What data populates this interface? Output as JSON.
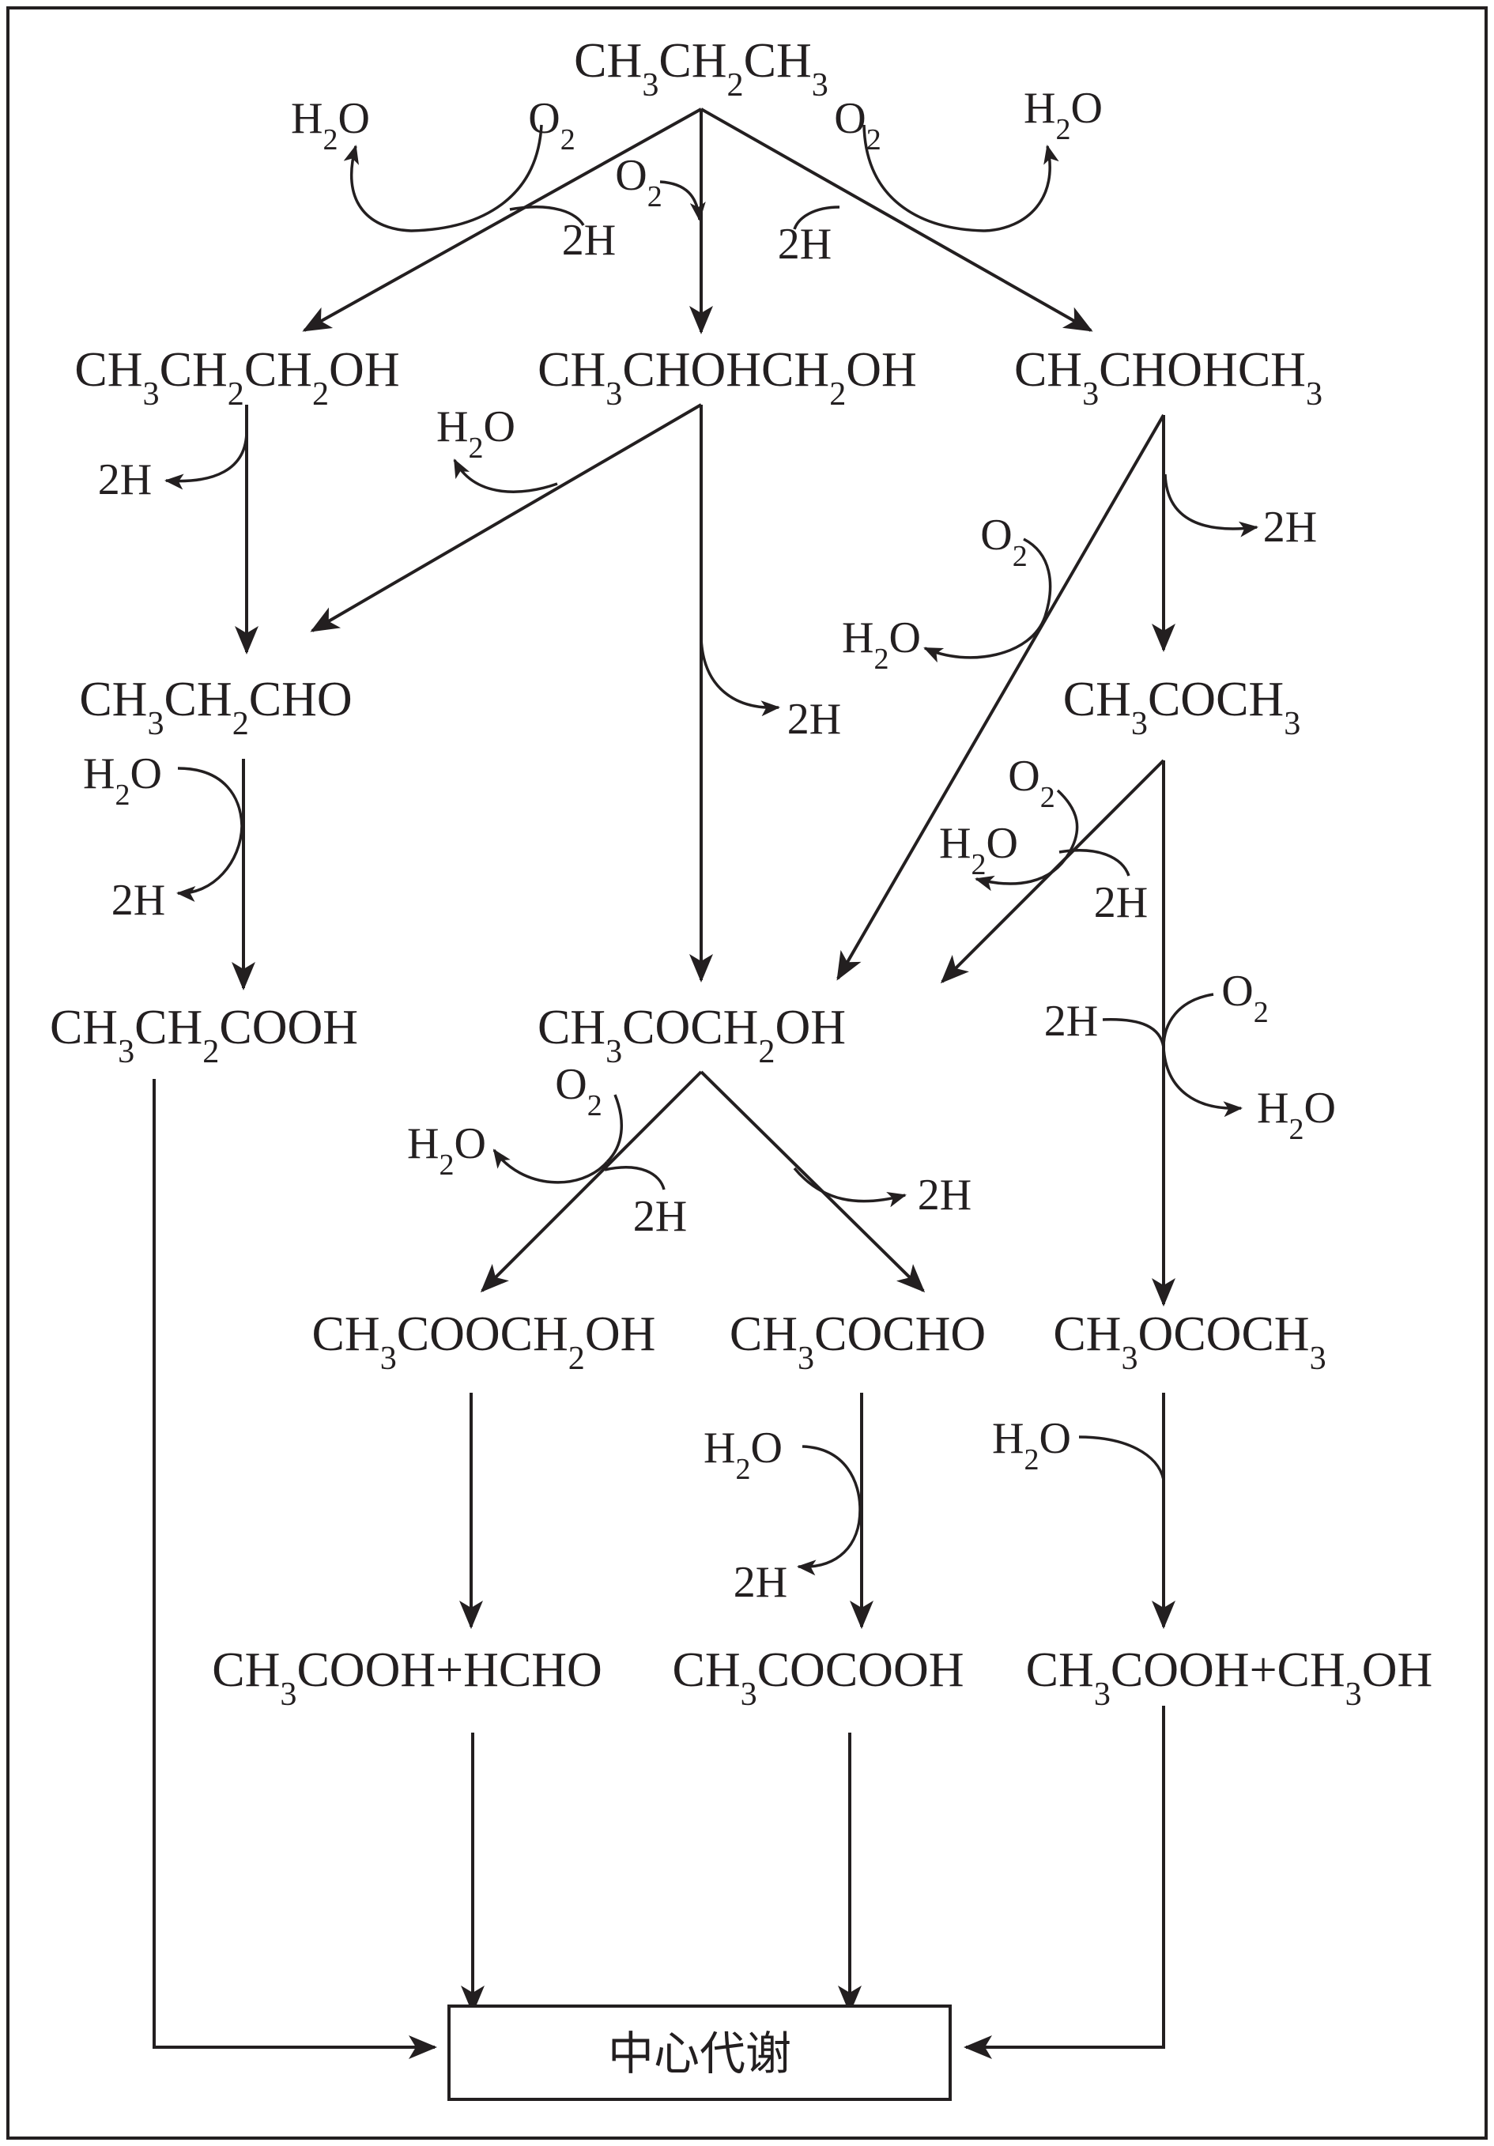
{
  "diagram": {
    "center_label": "中心代谢",
    "compounds": {
      "propane": "CH3CH2CH3",
      "propanol_1": "CH3CH2CH2OH",
      "propanediol": "CH3CHOHCH2OH",
      "propanol_2": "CH3CHOHCH3",
      "propanal": "CH3CH2CHO",
      "acetone": "CH3COCH3",
      "propionic_acid": "CH3CH2COOH",
      "acetol": "CH3COCH2OH",
      "hydroxymethyl_acetate": "CH3COOCH2OH",
      "methylglyoxal": "CH3COCHO",
      "methyl_acetate": "CH3OCOCH3",
      "acetic_formaldehyde": "CH3COOH+HCHO",
      "pyruvic_acid": "CH3COCOOH",
      "acetic_methanol": "CH3COOH+CH3OH"
    },
    "cofactors": {
      "water": "H2O",
      "oxygen": "O2",
      "hydrogen": "2H"
    }
  }
}
